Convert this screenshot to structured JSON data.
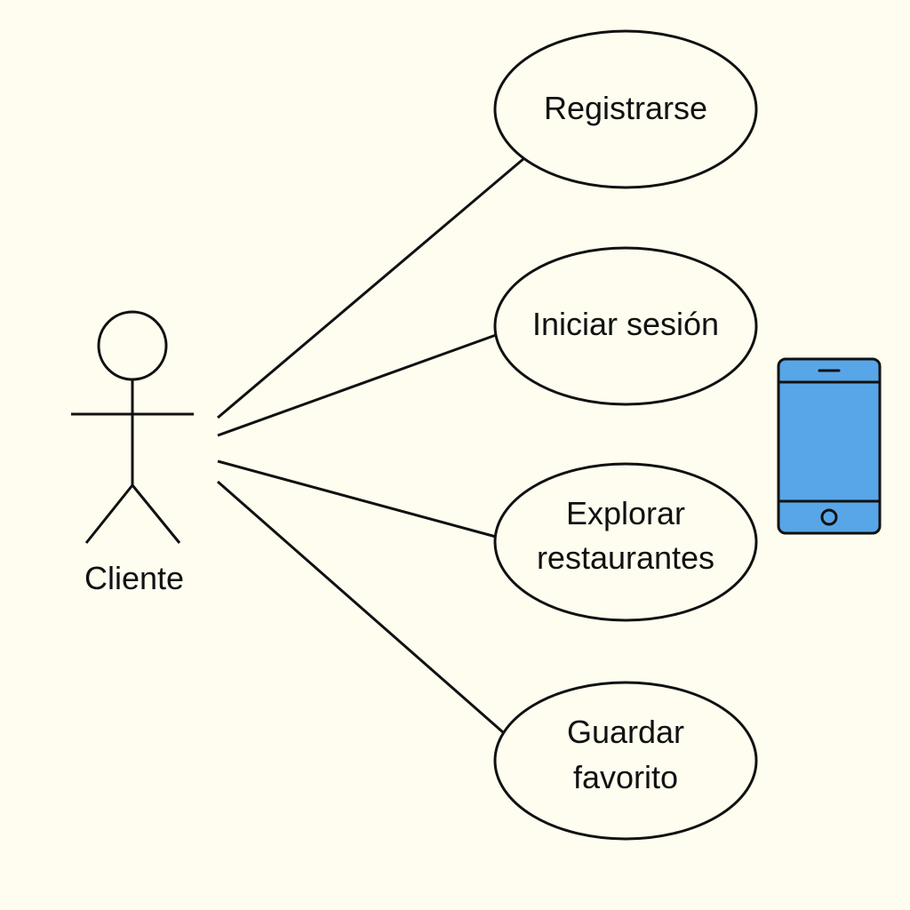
{
  "diagram": {
    "type": "use-case",
    "actor": {
      "label": "Cliente",
      "icon": "stick-figure-icon"
    },
    "use_cases": [
      {
        "lines": [
          "Registrarse"
        ]
      },
      {
        "lines": [
          "Iniciar sesión"
        ]
      },
      {
        "lines": [
          "Explorar",
          "restaurantes"
        ]
      },
      {
        "lines": [
          "Guardar",
          "favorito"
        ]
      }
    ],
    "device": {
      "icon": "smartphone-icon",
      "color": "#58a6e8"
    }
  },
  "colors": {
    "background": "#fefdf0",
    "stroke": "#111111",
    "ellipse_fill": "#fefdf0",
    "device_fill": "#58a6e8"
  }
}
